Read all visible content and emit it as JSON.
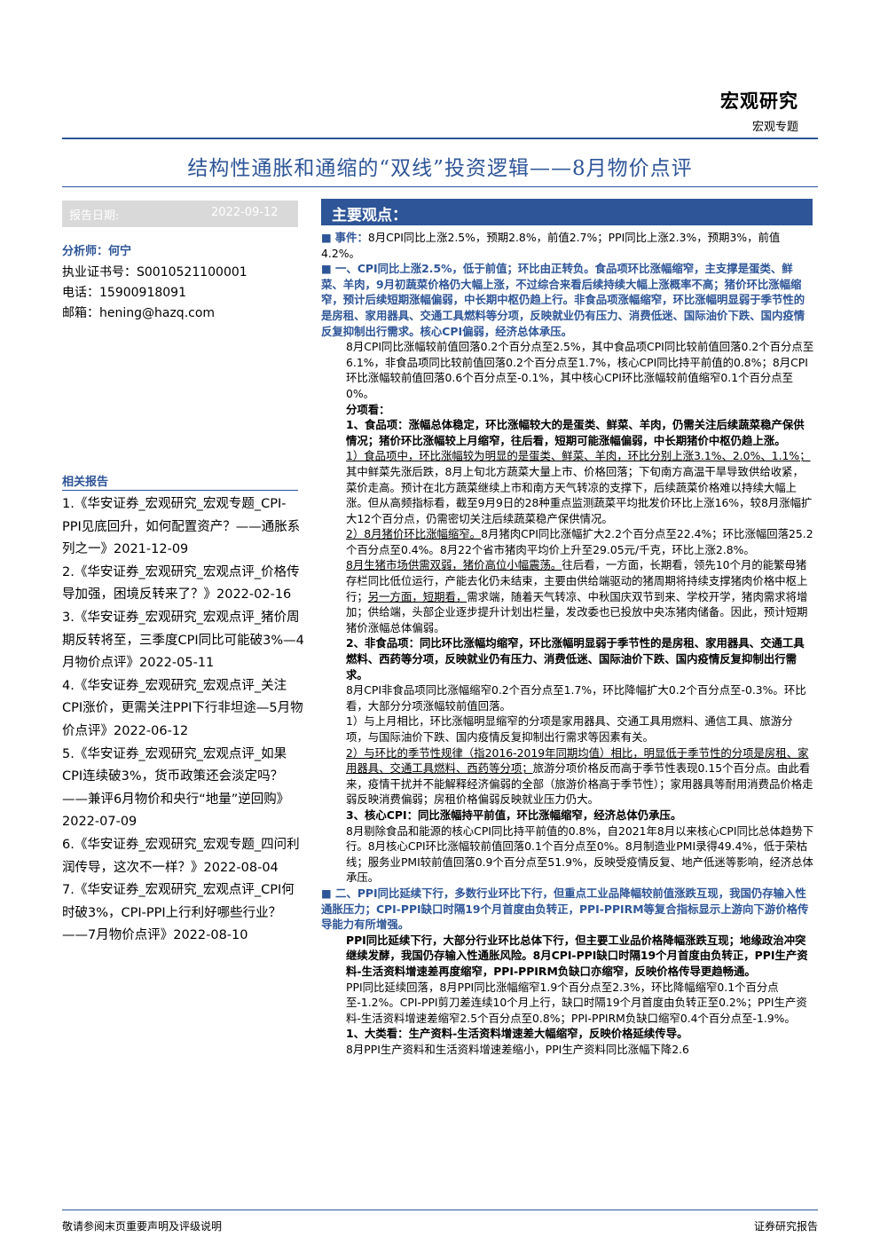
{
  "header": {
    "title": "宏观研究",
    "subtitle": "宏观专题"
  },
  "doc_title": "结构性通胀和通缩的“双线”投资逻辑——8月物价点评",
  "left": {
    "date_label": "报告日期:",
    "date_value": "2022-09-12",
    "analyst": "分析师：何宁",
    "cert": "执业证书号：S0010521100001",
    "phone": "电话：15900918091",
    "email": "邮箱：hening@hazq.com",
    "related_title": "相关报告",
    "related": [
      "1.《华安证券_宏观研究_宏观专题_CPI-PPI见底回升，如何配置资产？——通胀系列之一》2021-12-09",
      "2.《华安证券_宏观研究_宏观点评_价格传导加强，困境反转来了？》2022-02-16",
      "3.《华安证券_宏观研究_宏观点评_猪价周期反转将至，三季度CPI同比可能破3%—4月物价点评》2022-05-11",
      "4.《华安证券_宏观研究_宏观点评_关注CPI涨价，更需关注PPI下行非坦途—5月物价点评》2022-06-12",
      "5.《华安证券_宏观研究_宏观点评_如果CPI连续破3%，货币政策还会淡定吗？——兼评6月物价和央行“地量”逆回购》2022-07-09",
      "6.《华安证券_宏观研究_宏观专题_四问利润传导，这次不一样？》2022-08-04",
      "7.《华安证券_宏观研究_宏观点评_CPI何时破3%，CPI-PPI上行利好哪些行业？——7月物价点评》2022-08-10"
    ]
  },
  "main": {
    "heading": "主要观点：",
    "bullet": "■",
    "event_label": "事件：",
    "event": "8月CPI同比上涨2.5%，预期2.8%，前值2.7%；PPI同比上涨2.3%，预期3%，前值4.2%。",
    "s1_head": "一、CPI同比上涨2.5%，低于前值；环比由正转负。食品项环比涨幅缩窄，主支撑是蛋类、鲜菜、羊肉，9月初蔬菜价格仍大幅上涨，不过综合来看后续持续大幅上涨概率不高；猪价环比涨幅缩窄，预计后续短期涨幅偏弱，中长期中枢仍趋上行。非食品项涨幅缩窄，环比涨幅明显弱于季节性的是房租、家用器具、交通工具燃料等分项，反映就业仍有压力、消费低迷、国际油价下跌、国内疫情反复抑制出行需求。核心CPI偏弱，经济总体承压。",
    "p1": "8月CPI同比涨幅较前值回落0.2个百分点至2.5%，其中食品项CPI同比较前值回落0.2个百分点至6.1%，非食品项同比较前值回落0.2个百分点至1.7%，核心CPI同比持平前值的0.8%；8月CPI环比涨幅较前值回落0.6个百分点至-0.1%，其中核心CPI环比涨幅较前值缩窄0.1个百分点至0%。",
    "p2": "分项看：",
    "p3": "1、食品项：涨幅总体稳定，环比涨幅较大的是蛋类、鲜菜、羊肉，仍需关注后续蔬菜稳产保供情况；猪价环比涨幅较上月缩窄，往后看，短期可能涨幅偏弱，中长期猪价中枢仍趋上涨。",
    "p4a": "1）食品项中，环比涨幅较为明显的是蛋类、鲜菜、羊肉，环比分别上涨3.1%、2.0%、1.1%；",
    "p4b": "其中鲜菜先涨后跌，8月上旬北方蔬菜大量上市、价格回落；下旬南方高温干旱导致供给收紧，菜价走高。预计在北方蔬菜继续上市和南方天气转凉的支撑下，后续蔬菜价格难以持续大幅上涨。但从高频指标看，截至9月9日的28种重点监测蔬菜平均批发价环比上涨16%，较8月涨幅扩大12个百分点，仍需密切关注后续蔬菜稳产保供情况。",
    "p5a": "2）8月猪价环比涨幅缩窄。",
    "p5b": "8月猪肉CPI同比涨幅扩大2.2个百分点至22.4%；环比涨幅回落25.2个百分点至0.4%。8月22个省市猪肉平均价上升至29.05元/千克，环比上涨2.8%。",
    "p6a": "8月生猪市场供需双弱，猪价高位小幅震荡。",
    "p6b": "往后看，一方面，长期看，领先10个月的能繁母猪存栏同比低位运行，产能去化仍未结束，主要由供给端驱动的猪周期将持续支撑猪肉价格中枢上行；",
    "p6c": "另一方面，短期看，",
    "p6d": "需求端，随着天气转凉、中秋国庆双节到来、学校开学，猪肉需求将增加；供给端，头部企业逐步提升计划出栏量，发改委也已投放中央冻猪肉储备。因此，预计短期猪价涨幅总体偏弱。",
    "p7": "2、非食品项：同比环比涨幅均缩窄，环比涨幅明显弱于季节性的是房租、家用器具、交通工具燃料、西药等分项，反映就业仍有压力、消费低迷、国际油价下跌、国内疫情反复抑制出行需求。",
    "p8": "8月CPI非食品项同比涨幅缩窄0.2个百分点至1.7%，环比降幅扩大0.2个百分点至-0.3%。环比看，大部分分项涨幅较前值回落。",
    "p9": "1）与上月相比，环比涨幅明显缩窄的分项是家用器具、交通工具用燃料、通信工具、旅游分项，与国际油价下跌、国内疫情反复抑制出行需求等因素有关。",
    "p10a": "2）与环比的季节性规律（指2016-2019年同期均值）相比，明显低于季节性的分项是房租、家用器具、交通工具燃料、西药等分项；",
    "p10b": "旅游分项价格反而高于季节性表现0.15个百分点。由此看来，疫情干扰并不能解释经济偏弱的全部（旅游价格高于季节性）；家用器具等耐用消费品价格走弱反映消费偏弱；房租价格偏弱反映就业压力仍大。",
    "p11": "3、核心CPI：同比涨幅持平前值，环比涨幅缩窄，经济总体仍承压。",
    "p12": "8月剔除食品和能源的核心CPI同比持平前值的0.8%，自2021年8月以来核心CPI同比总体趋势下行。8月核心CPI环比涨幅较前值回落0.1个百分点至0%。8月制造业PMI录得49.4%，低于荣枯线；服务业PMI较前值回落0.9个百分点至51.9%，反映受疫情反复、地产低迷等影响，经济总体承压。",
    "s2_head": "二、PPI同比延续下行，多数行业环比下行，但重点工业品降幅较前值涨跌互现，我国仍存输入性通胀压力；CPI-PPI缺口时隔19个月首度由负转正，PPI-PPIRM等复合指标显示上游向下游价格传导能力有所增强。",
    "p13": "PPI同比延续下行，大部分行业环比总体下行，但主要工业品价格降幅涨跌互现；地缘政治冲突继续发酵，我国仍存输入性通胀风险。8月CPI-PPI缺口时隔19个月首度由负转正，PPI生产资料-生活资料增速差再度缩窄，PPI-PPIRM负缺口亦缩窄，反映价格传导更趋畅通。",
    "p14": "PPI同比延续回落，8月PPI同比涨幅缩窄1.9个百分点至2.3%，环比降幅缩窄0.1个百分点至-1.2%。CPI-PPI剪刀差连续10个月上行，缺口时隔19个月首度由负转正至0.2%；PPI生产资料-生活资料增速差缩窄2.5个百分点至0.8%；PPI-PPIRM负缺口缩窄0.4个百分点至-1.9%。",
    "p15": "1、大类看：生产资料-生活资料增速差大幅缩窄，反映价格延续传导。",
    "p16": "8月PPI生产资料和生活资料增速差缩小，PPI生产资料同比涨幅下降2.6"
  },
  "footer": {
    "left": "敬请参阅末页重要声明及评级说明",
    "right": "证券研究报告"
  }
}
